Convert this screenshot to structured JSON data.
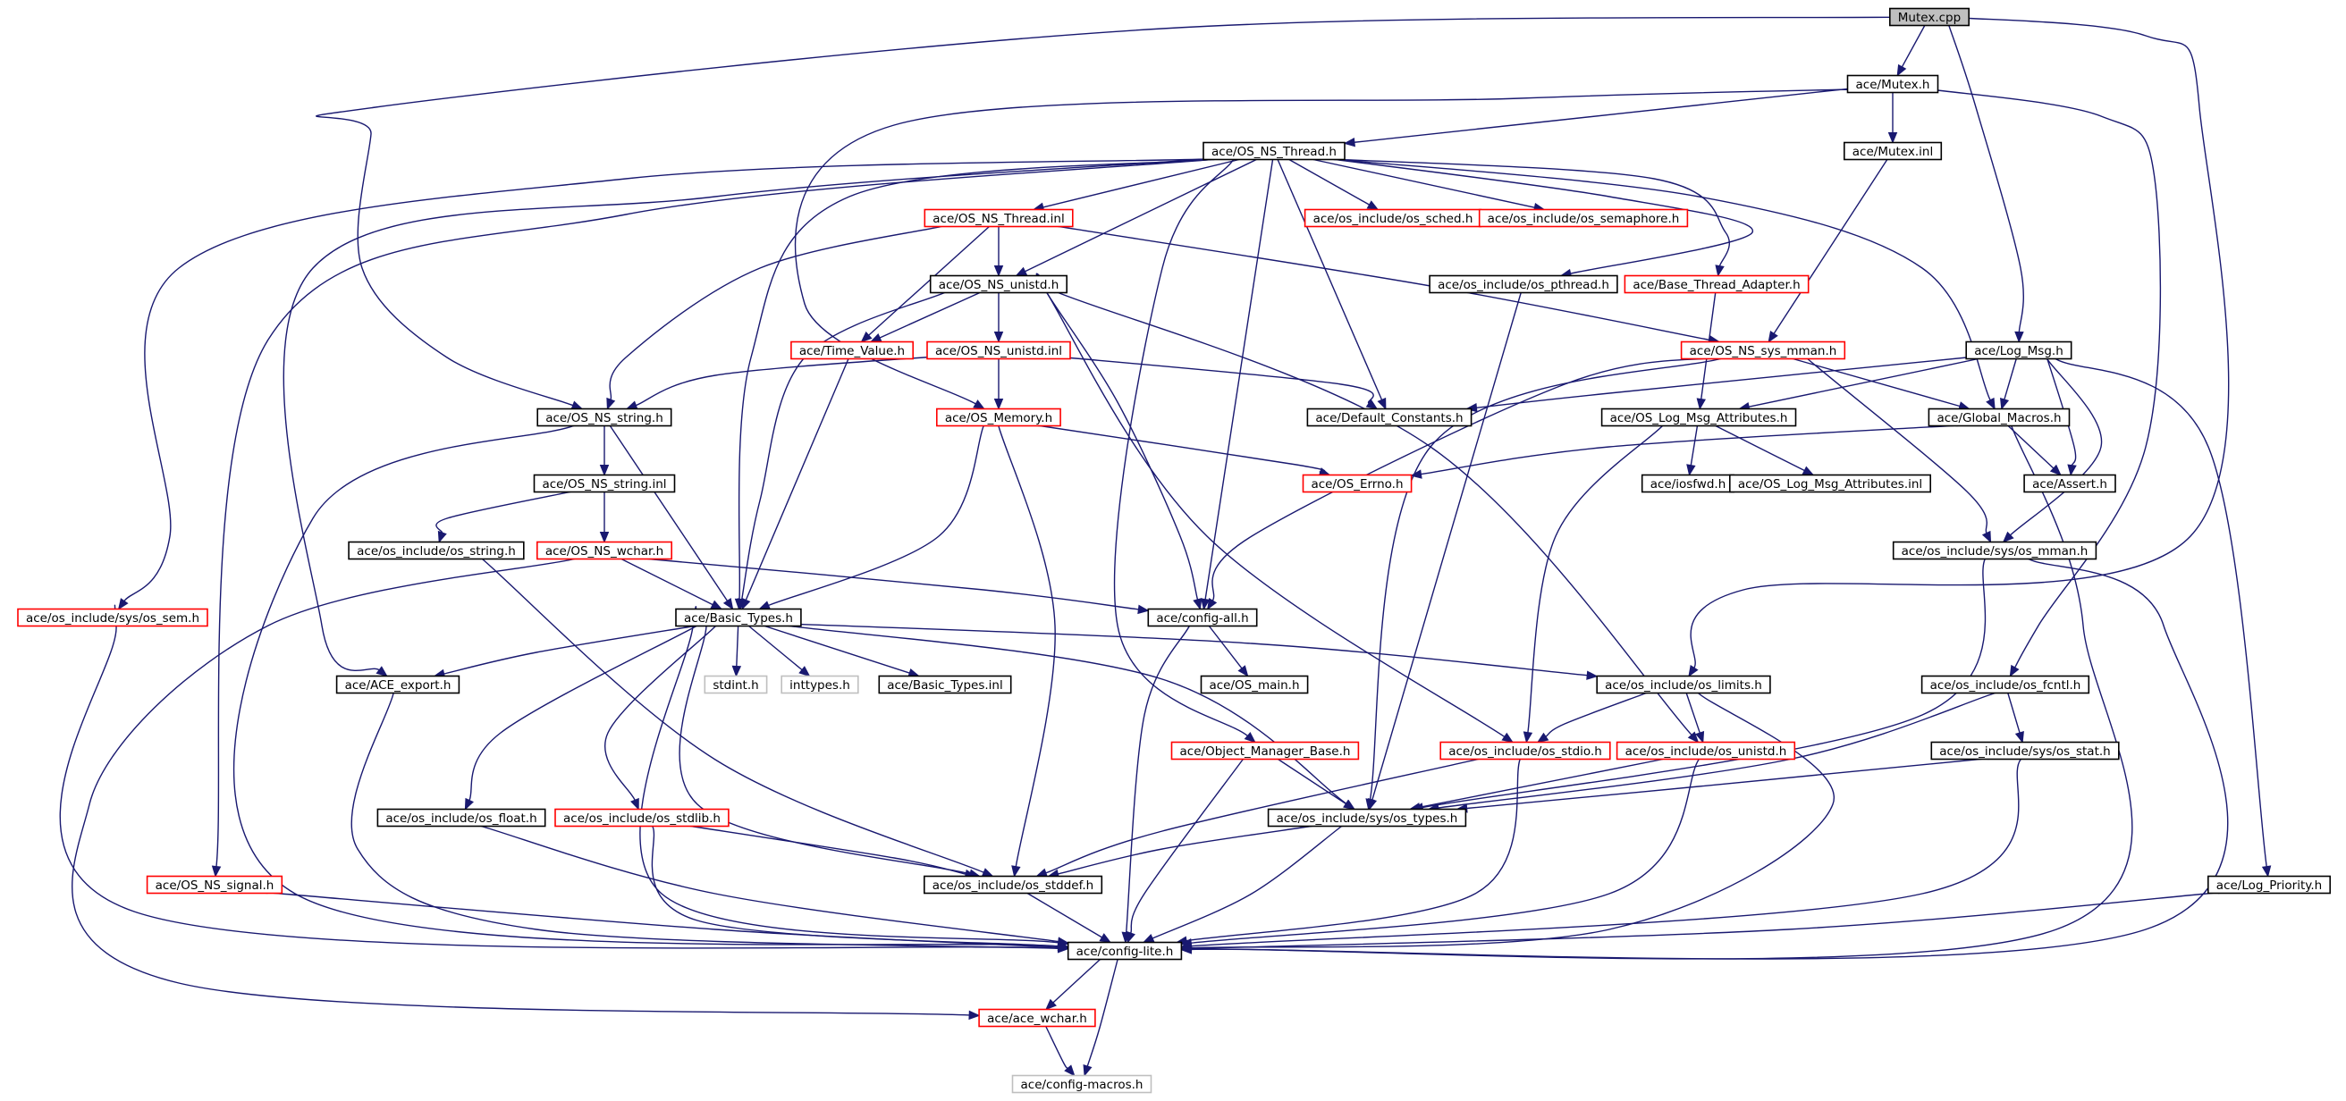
{
  "diagram": {
    "nodes": [
      {
        "id": "mutex_cpp",
        "label": "Mutex.cpp",
        "style": "root"
      },
      {
        "id": "mutex_h",
        "label": "ace/Mutex.h",
        "style": "normal"
      },
      {
        "id": "os_ns_thread_h",
        "label": "ace/OS_NS_Thread.h",
        "style": "normal"
      },
      {
        "id": "mutex_inl",
        "label": "ace/Mutex.inl",
        "style": "normal"
      },
      {
        "id": "os_ns_thread_inl",
        "label": "ace/OS_NS_Thread.inl",
        "style": "red"
      },
      {
        "id": "os_sched_h",
        "label": "ace/os_include/os_sched.h",
        "style": "red"
      },
      {
        "id": "os_semaphore_h",
        "label": "ace/os_include/os_semaphore.h",
        "style": "red"
      },
      {
        "id": "os_ns_unistd_h",
        "label": "ace/OS_NS_unistd.h",
        "style": "normal"
      },
      {
        "id": "os_pthread_h",
        "label": "ace/os_include/os_pthread.h",
        "style": "normal"
      },
      {
        "id": "base_thread_adapter_h",
        "label": "ace/Base_Thread_Adapter.h",
        "style": "red"
      },
      {
        "id": "time_value_h",
        "label": "ace/Time_Value.h",
        "style": "red"
      },
      {
        "id": "os_ns_unistd_inl",
        "label": "ace/OS_NS_unistd.inl",
        "style": "red"
      },
      {
        "id": "os_ns_sys_mman_h",
        "label": "ace/OS_NS_sys_mman.h",
        "style": "red"
      },
      {
        "id": "log_msg_h",
        "label": "ace/Log_Msg.h",
        "style": "normal"
      },
      {
        "id": "os_ns_string_h",
        "label": "ace/OS_NS_string.h",
        "style": "normal"
      },
      {
        "id": "os_memory_h",
        "label": "ace/OS_Memory.h",
        "style": "red"
      },
      {
        "id": "default_constants_h",
        "label": "ace/Default_Constants.h",
        "style": "normal"
      },
      {
        "id": "os_log_msg_attributes_h",
        "label": "ace/OS_Log_Msg_Attributes.h",
        "style": "normal"
      },
      {
        "id": "global_macros_h",
        "label": "ace/Global_Macros.h",
        "style": "normal"
      },
      {
        "id": "os_ns_string_inl",
        "label": "ace/OS_NS_string.inl",
        "style": "normal"
      },
      {
        "id": "os_errno_h",
        "label": "ace/OS_Errno.h",
        "style": "red"
      },
      {
        "id": "iosfwd_h",
        "label": "ace/iosfwd.h",
        "style": "normal"
      },
      {
        "id": "os_log_msg_attributes_inl",
        "label": "ace/OS_Log_Msg_Attributes.inl",
        "style": "normal"
      },
      {
        "id": "assert_h",
        "label": "ace/Assert.h",
        "style": "normal"
      },
      {
        "id": "os_string_h",
        "label": "ace/os_include/os_string.h",
        "style": "normal"
      },
      {
        "id": "os_ns_wchar_h",
        "label": "ace/OS_NS_wchar.h",
        "style": "red"
      },
      {
        "id": "sys_os_mman_h",
        "label": "ace/os_include/sys/os_mman.h",
        "style": "normal"
      },
      {
        "id": "sys_os_sem_h",
        "label": "ace/os_include/sys/os_sem.h",
        "style": "red"
      },
      {
        "id": "basic_types_h",
        "label": "ace/Basic_Types.h",
        "style": "normal"
      },
      {
        "id": "config_all_h",
        "label": "ace/config-all.h",
        "style": "normal"
      },
      {
        "id": "ace_export_h",
        "label": "ace/ACE_export.h",
        "style": "normal"
      },
      {
        "id": "stdint_h",
        "label": "stdint.h",
        "style": "grey"
      },
      {
        "id": "inttypes_h",
        "label": "inttypes.h",
        "style": "grey"
      },
      {
        "id": "basic_types_inl",
        "label": "ace/Basic_Types.inl",
        "style": "normal"
      },
      {
        "id": "os_main_h",
        "label": "ace/OS_main.h",
        "style": "normal"
      },
      {
        "id": "os_limits_h",
        "label": "ace/os_include/os_limits.h",
        "style": "normal"
      },
      {
        "id": "os_fcntl_h",
        "label": "ace/os_include/os_fcntl.h",
        "style": "normal"
      },
      {
        "id": "object_manager_base_h",
        "label": "ace/Object_Manager_Base.h",
        "style": "red"
      },
      {
        "id": "os_stdio_h",
        "label": "ace/os_include/os_stdio.h",
        "style": "red"
      },
      {
        "id": "os_unistd_h",
        "label": "ace/os_include/os_unistd.h",
        "style": "red"
      },
      {
        "id": "sys_os_stat_h",
        "label": "ace/os_include/sys/os_stat.h",
        "style": "normal"
      },
      {
        "id": "os_float_h",
        "label": "ace/os_include/os_float.h",
        "style": "normal"
      },
      {
        "id": "os_stdlib_h",
        "label": "ace/os_include/os_stdlib.h",
        "style": "red"
      },
      {
        "id": "sys_os_types_h",
        "label": "ace/os_include/sys/os_types.h",
        "style": "normal"
      },
      {
        "id": "os_ns_signal_h",
        "label": "ace/OS_NS_signal.h",
        "style": "red"
      },
      {
        "id": "os_stddef_h",
        "label": "ace/os_include/os_stddef.h",
        "style": "normal"
      },
      {
        "id": "log_priority_h",
        "label": "ace/Log_Priority.h",
        "style": "normal"
      },
      {
        "id": "config_lite_h",
        "label": "ace/config-lite.h",
        "style": "normal"
      },
      {
        "id": "ace_wchar_h",
        "label": "ace/ace_wchar.h",
        "style": "red"
      },
      {
        "id": "config_macros_h",
        "label": "ace/config-macros.h",
        "style": "grey"
      }
    ],
    "edges": [
      [
        "mutex_cpp",
        "mutex_h"
      ],
      [
        "mutex_cpp",
        "log_msg_h"
      ],
      [
        "mutex_cpp",
        "os_ns_string_h"
      ],
      [
        "mutex_cpp",
        "os_limits_h"
      ],
      [
        "mutex_h",
        "os_ns_thread_h"
      ],
      [
        "mutex_h",
        "mutex_inl"
      ],
      [
        "mutex_h",
        "os_memory_h"
      ],
      [
        "mutex_h",
        "os_fcntl_h"
      ],
      [
        "mutex_inl",
        "os_ns_sys_mman_h"
      ],
      [
        "os_ns_thread_h",
        "os_ns_thread_inl"
      ],
      [
        "os_ns_thread_h",
        "os_sched_h"
      ],
      [
        "os_ns_thread_h",
        "os_semaphore_h"
      ],
      [
        "os_ns_thread_h",
        "os_pthread_h"
      ],
      [
        "os_ns_thread_h",
        "base_thread_adapter_h"
      ],
      [
        "os_ns_thread_h",
        "os_ns_unistd_h"
      ],
      [
        "os_ns_thread_h",
        "default_constants_h"
      ],
      [
        "os_ns_thread_h",
        "config_all_h"
      ],
      [
        "os_ns_thread_h",
        "basic_types_h"
      ],
      [
        "os_ns_thread_h",
        "global_macros_h"
      ],
      [
        "os_ns_thread_h",
        "ace_export_h"
      ],
      [
        "os_ns_thread_h",
        "sys_os_sem_h"
      ],
      [
        "os_ns_thread_h",
        "os_ns_signal_h"
      ],
      [
        "os_ns_thread_h",
        "object_manager_base_h"
      ],
      [
        "os_ns_thread_inl",
        "os_ns_unistd_h"
      ],
      [
        "os_ns_thread_inl",
        "time_value_h"
      ],
      [
        "os_ns_thread_inl",
        "os_ns_string_h"
      ],
      [
        "os_ns_thread_inl",
        "os_ns_sys_mman_h"
      ],
      [
        "os_ns_unistd_h",
        "time_value_h"
      ],
      [
        "os_ns_unistd_h",
        "os_ns_unistd_inl"
      ],
      [
        "os_ns_unistd_h",
        "basic_types_h"
      ],
      [
        "os_ns_unistd_h",
        "config_all_h"
      ],
      [
        "os_ns_unistd_h",
        "os_stdio_h"
      ],
      [
        "os_ns_unistd_h",
        "os_unistd_h"
      ],
      [
        "os_ns_unistd_inl",
        "os_memory_h"
      ],
      [
        "os_ns_unistd_inl",
        "os_ns_string_h"
      ],
      [
        "os_ns_unistd_inl",
        "default_constants_h"
      ],
      [
        "time_value_h",
        "basic_types_h"
      ],
      [
        "os_pthread_h",
        "sys_os_types_h"
      ],
      [
        "base_thread_adapter_h",
        "os_log_msg_attributes_h"
      ],
      [
        "os_ns_sys_mman_h",
        "global_macros_h"
      ],
      [
        "os_ns_sys_mman_h",
        "sys_os_mman_h"
      ],
      [
        "os_ns_sys_mman_h",
        "config_all_h"
      ],
      [
        "os_ns_sys_mman_h",
        "sys_os_types_h"
      ],
      [
        "log_msg_h",
        "global_macros_h"
      ],
      [
        "log_msg_h",
        "default_constants_h"
      ],
      [
        "log_msg_h",
        "os_log_msg_attributes_h"
      ],
      [
        "log_msg_h",
        "assert_h"
      ],
      [
        "log_msg_h",
        "sys_os_mman_h"
      ],
      [
        "log_msg_h",
        "log_priority_h"
      ],
      [
        "os_ns_string_h",
        "os_ns_string_inl"
      ],
      [
        "os_ns_string_h",
        "basic_types_h"
      ],
      [
        "os_ns_string_h",
        "config_lite_h"
      ],
      [
        "os_memory_h",
        "os_errno_h"
      ],
      [
        "os_memory_h",
        "basic_types_h"
      ],
      [
        "os_memory_h",
        "os_stddef_h"
      ],
      [
        "os_log_msg_attributes_h",
        "iosfwd_h"
      ],
      [
        "os_log_msg_attributes_h",
        "os_log_msg_attributes_inl"
      ],
      [
        "os_log_msg_attributes_h",
        "os_stdio_h"
      ],
      [
        "global_macros_h",
        "assert_h"
      ],
      [
        "global_macros_h",
        "os_errno_h"
      ],
      [
        "global_macros_h",
        "config_lite_h"
      ],
      [
        "os_ns_string_inl",
        "os_string_h"
      ],
      [
        "os_ns_string_inl",
        "os_ns_wchar_h"
      ],
      [
        "os_string_h",
        "os_stddef_h"
      ],
      [
        "os_ns_wchar_h",
        "basic_types_h"
      ],
      [
        "os_ns_wchar_h",
        "config_all_h"
      ],
      [
        "os_ns_wchar_h",
        "ace_wchar_h"
      ],
      [
        "sys_os_mman_h",
        "sys_os_types_h"
      ],
      [
        "sys_os_mman_h",
        "config_lite_h"
      ],
      [
        "sys_os_sem_h",
        "config_lite_h"
      ],
      [
        "basic_types_h",
        "ace_export_h"
      ],
      [
        "basic_types_h",
        "stdint_h"
      ],
      [
        "basic_types_h",
        "inttypes_h"
      ],
      [
        "basic_types_h",
        "basic_types_inl"
      ],
      [
        "basic_types_h",
        "os_limits_h"
      ],
      [
        "basic_types_h",
        "sys_os_types_h"
      ],
      [
        "basic_types_h",
        "os_float_h"
      ],
      [
        "basic_types_h",
        "os_stdlib_h"
      ],
      [
        "basic_types_h",
        "os_stddef_h"
      ],
      [
        "basic_types_h",
        "config_lite_h"
      ],
      [
        "config_all_h",
        "os_main_h"
      ],
      [
        "config_all_h",
        "config_lite_h"
      ],
      [
        "ace_export_h",
        "config_lite_h"
      ],
      [
        "os_limits_h",
        "os_stdio_h"
      ],
      [
        "os_limits_h",
        "os_unistd_h"
      ],
      [
        "os_limits_h",
        "config_lite_h"
      ],
      [
        "os_fcntl_h",
        "sys_os_stat_h"
      ],
      [
        "os_fcntl_h",
        "sys_os_types_h"
      ],
      [
        "object_manager_base_h",
        "sys_os_types_h"
      ],
      [
        "object_manager_base_h",
        "config_lite_h"
      ],
      [
        "os_stdio_h",
        "os_stddef_h"
      ],
      [
        "os_stdio_h",
        "config_lite_h"
      ],
      [
        "os_unistd_h",
        "sys_os_types_h"
      ],
      [
        "os_unistd_h",
        "config_lite_h"
      ],
      [
        "sys_os_stat_h",
        "sys_os_types_h"
      ],
      [
        "sys_os_stat_h",
        "config_lite_h"
      ],
      [
        "os_float_h",
        "config_lite_h"
      ],
      [
        "os_stdlib_h",
        "os_stddef_h"
      ],
      [
        "os_stdlib_h",
        "config_lite_h"
      ],
      [
        "sys_os_types_h",
        "os_stddef_h"
      ],
      [
        "sys_os_types_h",
        "config_lite_h"
      ],
      [
        "os_ns_signal_h",
        "config_lite_h"
      ],
      [
        "os_stddef_h",
        "config_lite_h"
      ],
      [
        "log_priority_h",
        "config_lite_h"
      ],
      [
        "config_lite_h",
        "ace_wchar_h"
      ],
      [
        "config_lite_h",
        "config_macros_h"
      ],
      [
        "ace_wchar_h",
        "config_macros_h"
      ]
    ],
    "colors": {
      "edge": "#191970",
      "root_fill": "#bfbfbf",
      "normal_border": "#000000",
      "red_border": "#ff0000",
      "grey_border": "#bfbfbf",
      "grey_text": "#333333"
    }
  }
}
